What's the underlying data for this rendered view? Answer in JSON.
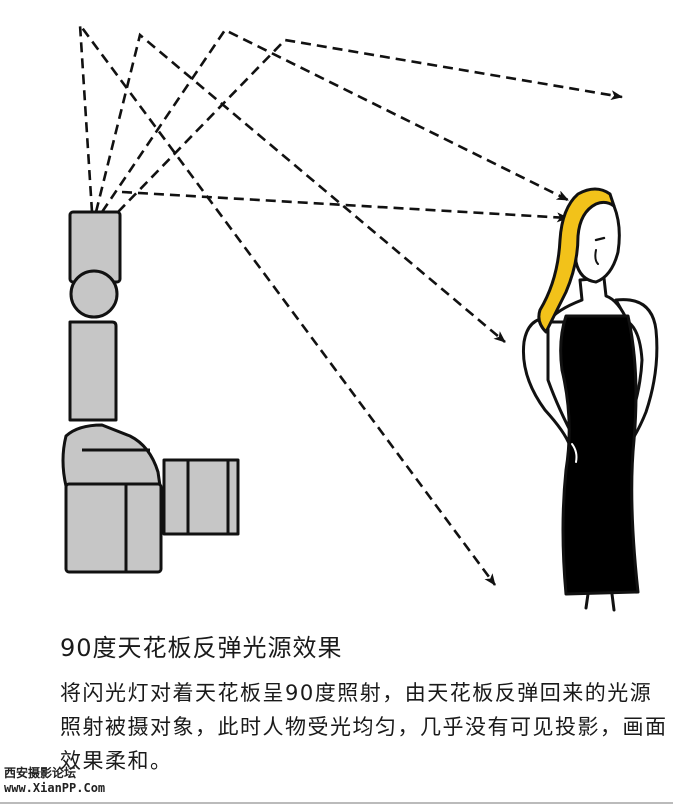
{
  "caption": {
    "title": "90度天花板反弹光源效果",
    "description": "将闪光灯对着天花板呈90度照射，由天花板反弹回来的光源照射被摄对象，此时人物受光均匀，几乎没有可见投影，画面效果柔和。"
  },
  "watermark": {
    "line1": "西安摄影论坛",
    "line2": "www.XianPP.Com"
  },
  "colors": {
    "camera_body": "#c6c6c6",
    "outline": "#111111",
    "hair": "#f2c21a",
    "dress": "#000000",
    "skin": "#ffffff"
  }
}
